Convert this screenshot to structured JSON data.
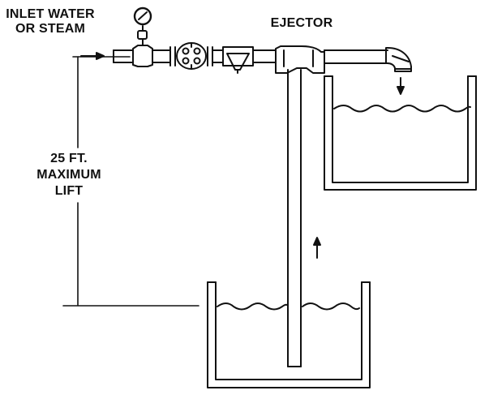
{
  "diagram": {
    "inlet_label_line1": "INLET WATER",
    "inlet_label_line2": "OR STEAM",
    "ejector_label": "EJECTOR",
    "lift_label_line1": "25 FT.",
    "lift_label_line2": "MAXIMUM",
    "lift_label_line3": "LIFT",
    "ink_color": "#111111",
    "background_color": "#ffffff",
    "icons": [
      "pressure-gauge-icon",
      "globe-valve-icon",
      "strainer-icon",
      "ejector-body-icon",
      "elbow-icon"
    ]
  }
}
